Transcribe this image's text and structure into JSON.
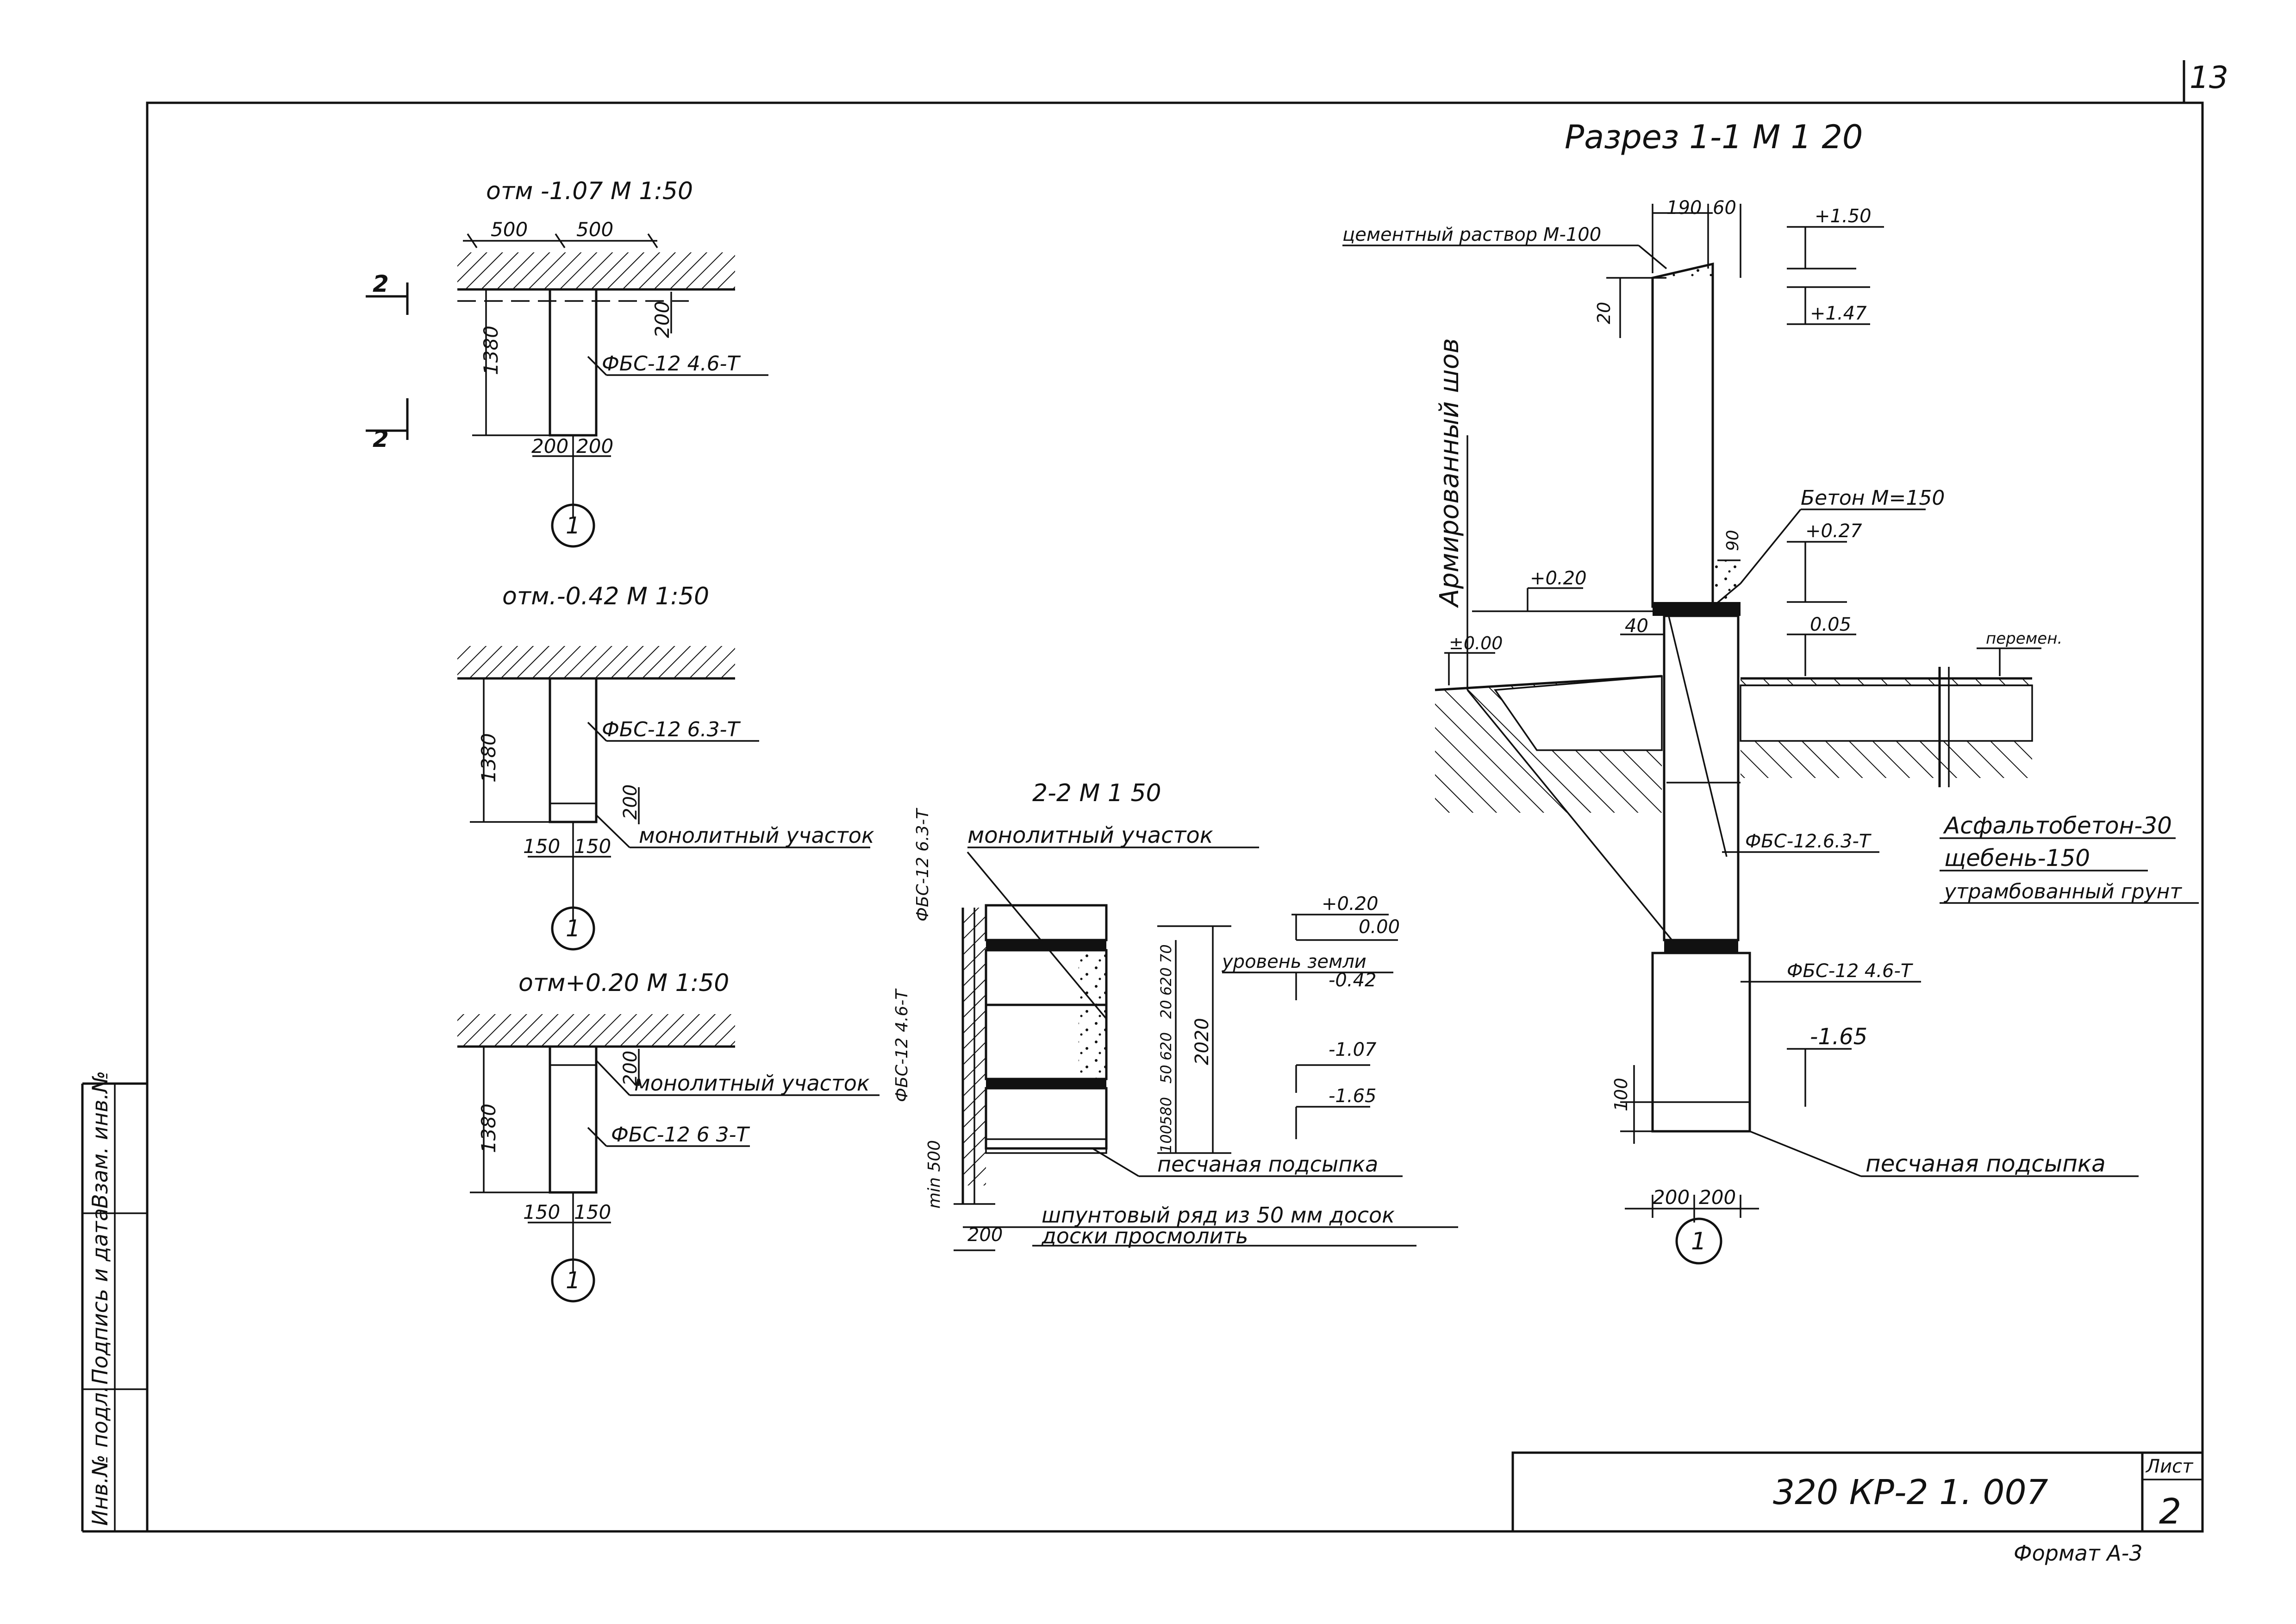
{
  "sheet": {
    "page_no": "13",
    "code": "320 КР-2 1. 007",
    "list_label": "Лист",
    "list_no": "2",
    "format": "Формат А-3"
  },
  "side_stamp": {
    "inv_podl": "Инв.№ подл.",
    "podpis_data": "Подпись и дата",
    "vzam_inv": "Взам. инв.№"
  },
  "details": {
    "d107": {
      "title": "отм -1.07  М 1:50",
      "dim_top_left": "500",
      "dim_top_right": "500",
      "dim_height": "1380",
      "dim_gap": "200",
      "label": "ФБС-12 4.6-Т",
      "dim_bot_left": "200",
      "dim_bot_right": "200",
      "axis": "1",
      "cut_label": "2"
    },
    "d042": {
      "title": "отм.-0.42  М 1:50",
      "dim_height": "1380",
      "label": "ФБС-12 6.3-Т",
      "dim_mono": "200",
      "mono_label": "монолитный участок",
      "dim_bot_left": "150",
      "dim_bot_right": "150",
      "axis": "1"
    },
    "d020": {
      "title": "отм+0.20  М 1:50",
      "dim_mono": "200",
      "mono_label": "монолитный участок",
      "dim_height": "1380",
      "label": "ФБС-12 6 3-Т",
      "dim_bot_left": "150",
      "dim_bot_right": "150",
      "axis": "1"
    },
    "section22": {
      "title": "2-2  М 1 50",
      "mono_label": "монолитный участок",
      "block_top": "ФБС-12 6.3-Т",
      "block_bot": "ФБС-12 4.6-Т",
      "lvl_020": "+0.20",
      "lvl_000": "0.00",
      "ground": "уровень земли",
      "lvl_042": "-0.42",
      "lvl_107": "-1.07",
      "lvl_165": "-1.65",
      "dim_total": "2020",
      "dims": [
        "70",
        "620",
        "20",
        "620",
        "50",
        "580",
        "100"
      ],
      "dim_min": "min 500",
      "dim_200": "200",
      "sand": "песчаная подсыпка",
      "sheet_pile": "шпунтовый ряд из 50 мм досок",
      "tar": "доски просмолить"
    },
    "section11": {
      "title": "Разрез 1-1  М 1 20",
      "mortar": "цементный раствор М-100",
      "dim_190": "190",
      "dim_60": "60",
      "dim_20": "20",
      "lvl_150": "+1.50",
      "lvl_147": "+1.47",
      "seam": "Армированный шов",
      "concrete": "Бетон М=150",
      "dim_90": "90",
      "lvl_027": "+0.27",
      "lvl_020": "+0.20",
      "dim_40": "40",
      "lvl_005": "0.05",
      "lvl_000": "±0.00",
      "lintel": "перемен.",
      "asphalt": "Асфальтобетон-30",
      "gravel": "щебень-150",
      "soil": "утрамбованный грунт",
      "block_mid": "ФБС-12.6.3-Т",
      "block_bot": "ФБС-12 4.6-Т",
      "lvl_165": "-1.65",
      "dim_100": "100",
      "sand": "песчаная подсыпка",
      "dim_bot_left": "200",
      "dim_bot_right": "200",
      "axis": "1"
    }
  }
}
